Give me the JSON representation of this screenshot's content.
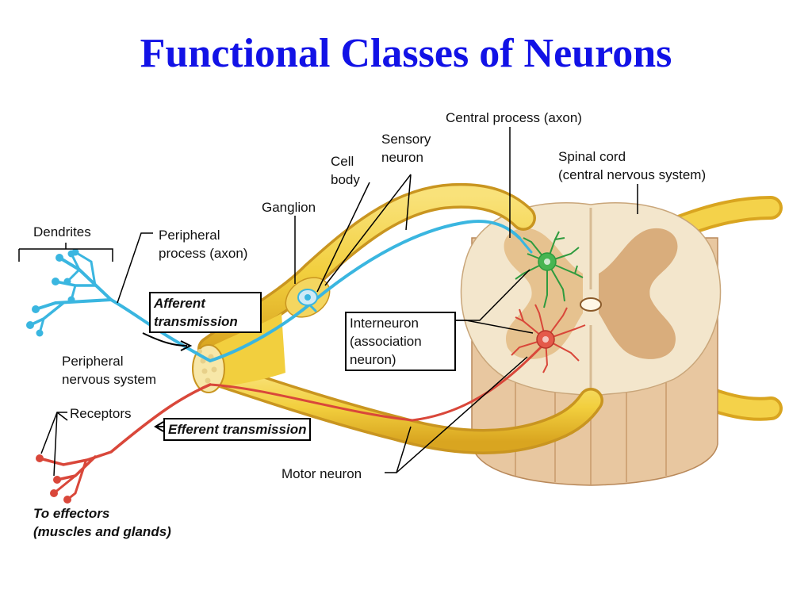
{
  "title": "Functional Classes of Neurons",
  "labels": {
    "central_process": "Central process (axon)",
    "sensory_neuron": [
      "Sensory",
      "neuron"
    ],
    "cell_body": [
      "Cell",
      "body"
    ],
    "spinal_cord": [
      "Spinal cord",
      "(central nervous system)"
    ],
    "ganglion": "Ganglion",
    "dendrites": "Dendrites",
    "peripheral_process": [
      "Peripheral",
      "process (axon)"
    ],
    "afferent": [
      "Afferent",
      "transmission"
    ],
    "interneuron": [
      "Interneuron",
      "(association",
      "neuron)"
    ],
    "pns": [
      "Peripheral",
      "nervous system"
    ],
    "receptors": "Receptors",
    "efferent": "Efferent transmission",
    "motor_neuron": "Motor neuron",
    "effectors": [
      "To effectors",
      "(muscles and glands)"
    ]
  },
  "colors": {
    "title": "#1212e6",
    "nerve": "#f4d24a",
    "sensory": "#3ab6e0",
    "motor": "#d9473a",
    "interneuron_green": "#2e9b3e",
    "white_matter": "#f3e6cc",
    "gray_matter": "#d9ad7c"
  }
}
